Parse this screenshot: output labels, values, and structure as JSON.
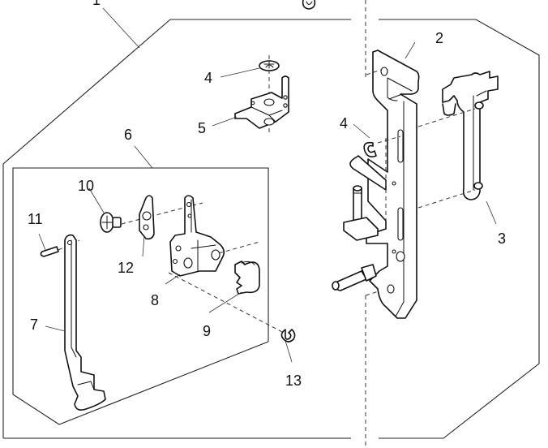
{
  "diagram": {
    "type": "exploded-parts-view",
    "callouts": [
      {
        "id": "c1",
        "label": "1",
        "part": "assembly frame (overall)"
      },
      {
        "id": "c2",
        "label": "2",
        "part": "vertical mounting plate"
      },
      {
        "id": "c3",
        "label": "3",
        "part": "lever bracket"
      },
      {
        "id": "c4a",
        "label": "4",
        "part": "E-ring (upper)"
      },
      {
        "id": "c4b",
        "label": "4",
        "part": "E-ring (plate)"
      },
      {
        "id": "c5",
        "label": "5",
        "part": "angle bracket"
      },
      {
        "id": "c6",
        "label": "6",
        "part": "sub-assembly"
      },
      {
        "id": "c7",
        "label": "7",
        "part": "long lever"
      },
      {
        "id": "c8",
        "label": "8",
        "part": "holder block"
      },
      {
        "id": "c9",
        "label": "9",
        "part": "cam collar"
      },
      {
        "id": "c10",
        "label": "10",
        "part": "shoulder screw"
      },
      {
        "id": "c11",
        "label": "11",
        "part": "pin"
      },
      {
        "id": "c12",
        "label": "12",
        "part": "small link"
      },
      {
        "id": "c13",
        "label": "13",
        "part": "E-ring (lower)"
      }
    ]
  }
}
